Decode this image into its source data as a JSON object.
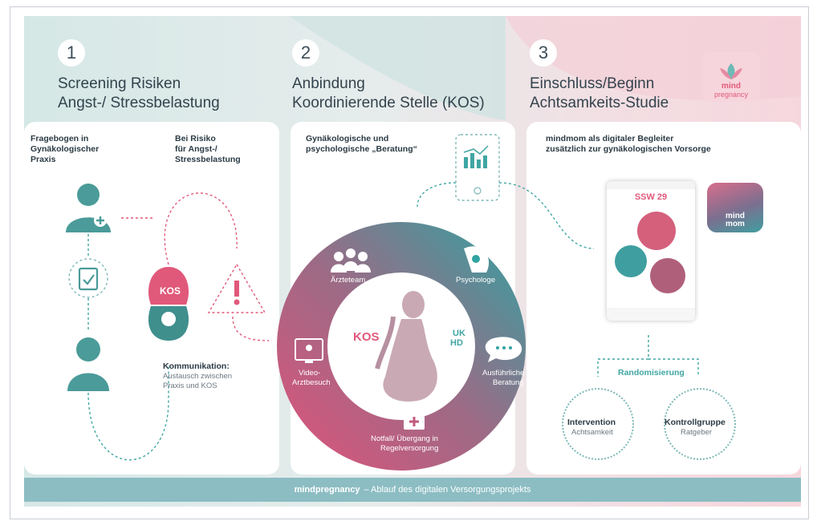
{
  "steps": [
    {
      "number": "1",
      "title_line1": "Screening Risiken",
      "title_line2": "Angst-/ Stressbelastung"
    },
    {
      "number": "2",
      "title_line1": "Anbindung",
      "title_line2": "Koordinierende Stelle (KOS)"
    },
    {
      "number": "3",
      "title_line1": "Einschluss/Beginn",
      "title_line2": "Achtsamkeits-Studie"
    }
  ],
  "logo": {
    "line1": "mind",
    "line2": "pregnancy"
  },
  "panel1": {
    "questionnaire": [
      "Fragebogen in",
      "Gynäkologischer",
      "Praxis"
    ],
    "risk": [
      "Bei Risiko",
      "für Angst-/",
      "Stressbelastung"
    ],
    "kos_label": "KOS",
    "communication_title": "Kommunikation:",
    "communication_text": [
      "Austausch zwischen",
      "Praxis und KOS"
    ]
  },
  "panel2": {
    "heading": [
      "Gynäkologische und",
      "psychologische „Beratung“"
    ],
    "aerzteteam": "Ärzteteam",
    "psychologe": "Psychologe",
    "kos": "KOS",
    "ukhd": [
      "UK",
      "HD"
    ],
    "video": [
      "Video-",
      "Arztbesuch"
    ],
    "beratung": [
      "Ausführliche",
      "Beratung"
    ],
    "notfall": [
      "Notfall/ Übergang in",
      "Regelversorgung"
    ]
  },
  "panel3": {
    "heading": [
      "mindmom als digitaler Begleiter",
      "zusätzlich zur gynäkologischen Vorsorge"
    ],
    "phone_ssw": "SSW 29",
    "app_name": [
      "mind",
      "mom"
    ],
    "randomisierung": "Randomisierung",
    "intervention_title": "Intervention",
    "intervention_sub": "Achtsamkeit",
    "kontroll_title": "Kontrollgruppe",
    "kontroll_sub": "Ratgeber"
  },
  "footer": {
    "brand": "mindpregnancy",
    "text": "– Ablauf des digitalen Versorgungsprojekts"
  },
  "colors": {
    "teal": "#3fa6a3",
    "pink": "#e0597a",
    "light_teal": "#8cbdc3",
    "dark_text": "#33434d"
  }
}
